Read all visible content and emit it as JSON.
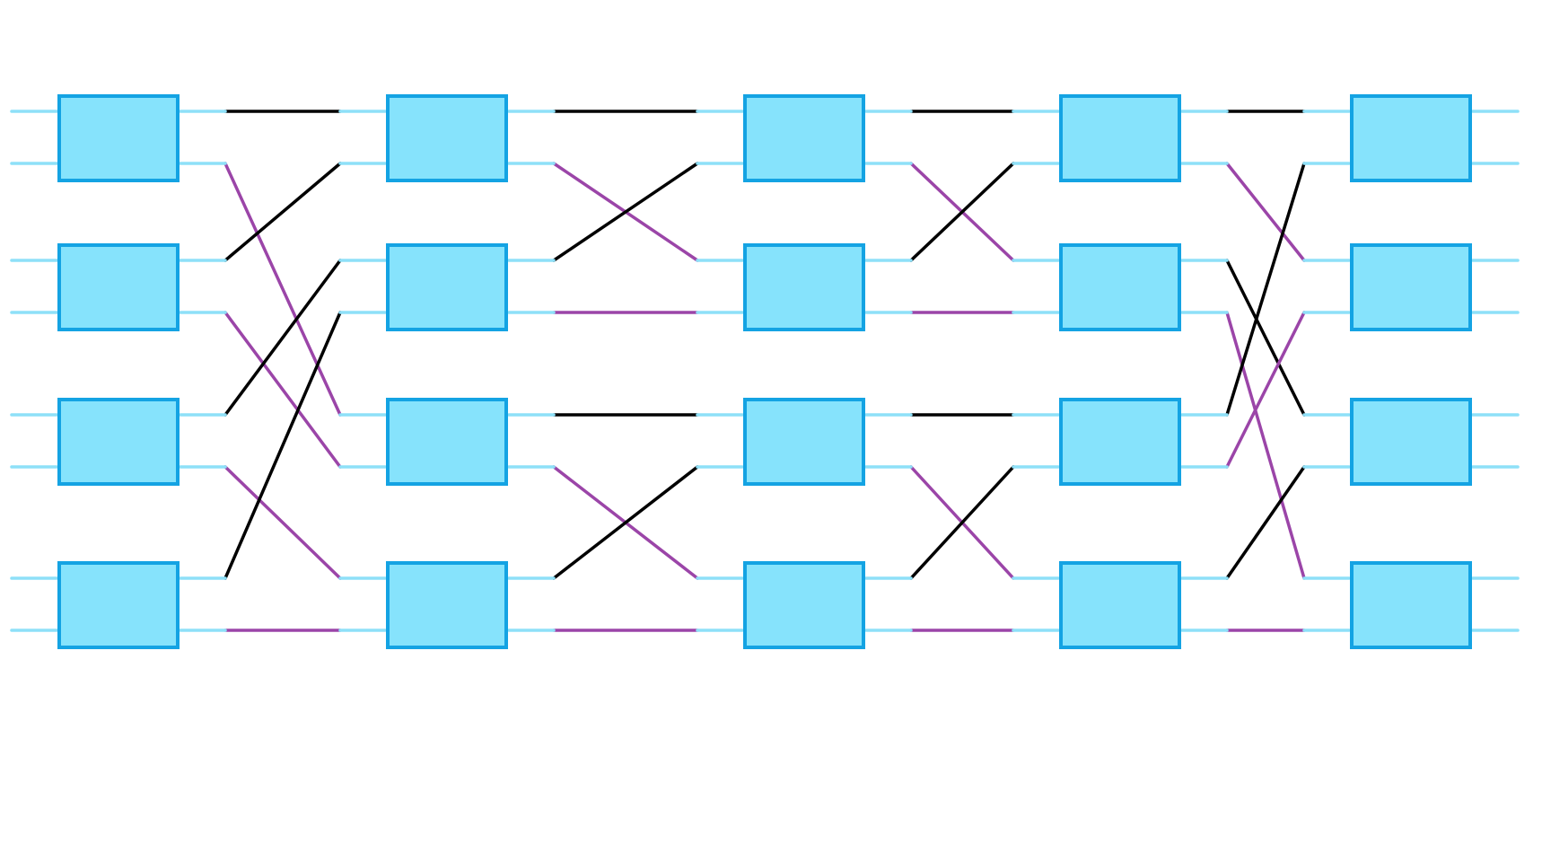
{
  "colors": {
    "box_fill": "#86e3fc",
    "box_stroke": "#14a3e3",
    "stub": "#8ee0f8",
    "black": "#000000",
    "purple": "#9b45a8"
  },
  "network": {
    "stages": 5,
    "switches_per_stage": 4,
    "ports_per_switch": 2,
    "links": [
      [
        {
          "from": [
            0,
            0
          ],
          "to": [
            0,
            0
          ],
          "color": "black"
        },
        {
          "from": [
            0,
            1
          ],
          "to": [
            2,
            0
          ],
          "color": "purple"
        },
        {
          "from": [
            1,
            0
          ],
          "to": [
            0,
            1
          ],
          "color": "black"
        },
        {
          "from": [
            1,
            1
          ],
          "to": [
            2,
            1
          ],
          "color": "purple"
        },
        {
          "from": [
            2,
            0
          ],
          "to": [
            1,
            0
          ],
          "color": "black"
        },
        {
          "from": [
            2,
            1
          ],
          "to": [
            3,
            0
          ],
          "color": "purple"
        },
        {
          "from": [
            3,
            0
          ],
          "to": [
            1,
            1
          ],
          "color": "black"
        },
        {
          "from": [
            3,
            1
          ],
          "to": [
            3,
            1
          ],
          "color": "purple"
        }
      ],
      [
        {
          "from": [
            0,
            0
          ],
          "to": [
            0,
            0
          ],
          "color": "black"
        },
        {
          "from": [
            0,
            1
          ],
          "to": [
            1,
            0
          ],
          "color": "purple"
        },
        {
          "from": [
            1,
            0
          ],
          "to": [
            0,
            1
          ],
          "color": "black"
        },
        {
          "from": [
            1,
            1
          ],
          "to": [
            1,
            1
          ],
          "color": "purple"
        },
        {
          "from": [
            2,
            0
          ],
          "to": [
            2,
            0
          ],
          "color": "black"
        },
        {
          "from": [
            2,
            1
          ],
          "to": [
            3,
            0
          ],
          "color": "purple"
        },
        {
          "from": [
            3,
            0
          ],
          "to": [
            2,
            1
          ],
          "color": "black"
        },
        {
          "from": [
            3,
            1
          ],
          "to": [
            3,
            1
          ],
          "color": "purple"
        }
      ],
      [
        {
          "from": [
            0,
            0
          ],
          "to": [
            0,
            0
          ],
          "color": "black"
        },
        {
          "from": [
            0,
            1
          ],
          "to": [
            1,
            0
          ],
          "color": "purple"
        },
        {
          "from": [
            1,
            0
          ],
          "to": [
            0,
            1
          ],
          "color": "black"
        },
        {
          "from": [
            1,
            1
          ],
          "to": [
            1,
            1
          ],
          "color": "purple"
        },
        {
          "from": [
            2,
            0
          ],
          "to": [
            2,
            0
          ],
          "color": "black"
        },
        {
          "from": [
            2,
            1
          ],
          "to": [
            3,
            0
          ],
          "color": "purple"
        },
        {
          "from": [
            3,
            0
          ],
          "to": [
            2,
            1
          ],
          "color": "black"
        },
        {
          "from": [
            3,
            1
          ],
          "to": [
            3,
            1
          ],
          "color": "purple"
        }
      ],
      [
        {
          "from": [
            0,
            0
          ],
          "to": [
            0,
            0
          ],
          "color": "black"
        },
        {
          "from": [
            0,
            1
          ],
          "to": [
            1,
            0
          ],
          "color": "purple"
        },
        {
          "from": [
            1,
            0
          ],
          "to": [
            2,
            0
          ],
          "color": "black"
        },
        {
          "from": [
            1,
            1
          ],
          "to": [
            3,
            0
          ],
          "color": "purple"
        },
        {
          "from": [
            2,
            0
          ],
          "to": [
            0,
            1
          ],
          "color": "black"
        },
        {
          "from": [
            2,
            1
          ],
          "to": [
            1,
            1
          ],
          "color": "purple"
        },
        {
          "from": [
            3,
            0
          ],
          "to": [
            2,
            1
          ],
          "color": "black"
        },
        {
          "from": [
            3,
            1
          ],
          "to": [
            3,
            1
          ],
          "color": "purple"
        }
      ]
    ]
  }
}
